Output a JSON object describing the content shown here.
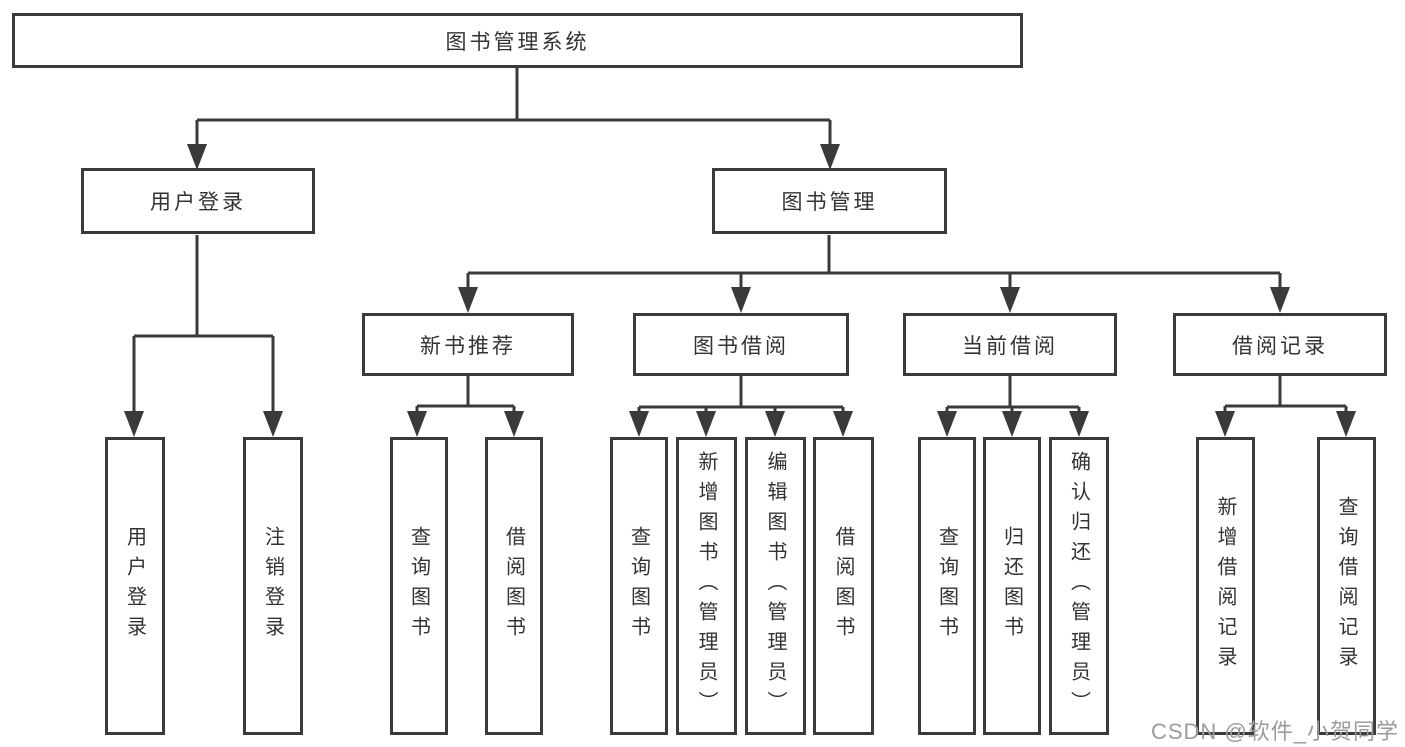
{
  "tree": {
    "label": "图书管理系统",
    "children": [
      {
        "label": "用户登录",
        "children": [
          {
            "label": "用户登录"
          },
          {
            "label": "注销登录"
          }
        ]
      },
      {
        "label": "图书管理",
        "children": [
          {
            "label": "新书推荐",
            "children": [
              {
                "label": "查询图书"
              },
              {
                "label": "借阅图书"
              }
            ]
          },
          {
            "label": "图书借阅",
            "children": [
              {
                "label": "查询图书"
              },
              {
                "label": "新增图书（管理员）"
              },
              {
                "label": "编辑图书（管理员）"
              },
              {
                "label": "借阅图书"
              }
            ]
          },
          {
            "label": "当前借阅",
            "children": [
              {
                "label": "查询图书"
              },
              {
                "label": "归还图书"
              },
              {
                "label": "确认归还（管理员）"
              }
            ]
          },
          {
            "label": "借阅记录",
            "children": [
              {
                "label": "新增借阅记录"
              },
              {
                "label": "查询借阅记录"
              }
            ]
          }
        ]
      }
    ]
  },
  "watermark": {
    "text": "CSDN @软件_小贺同学"
  },
  "colors": {
    "line": "#3a3a3a",
    "box_border": "#3a3a3a",
    "box_background": "#ffffff",
    "text": "#333333",
    "watermark": "#9b9b9b",
    "page_background": "#ffffff"
  }
}
